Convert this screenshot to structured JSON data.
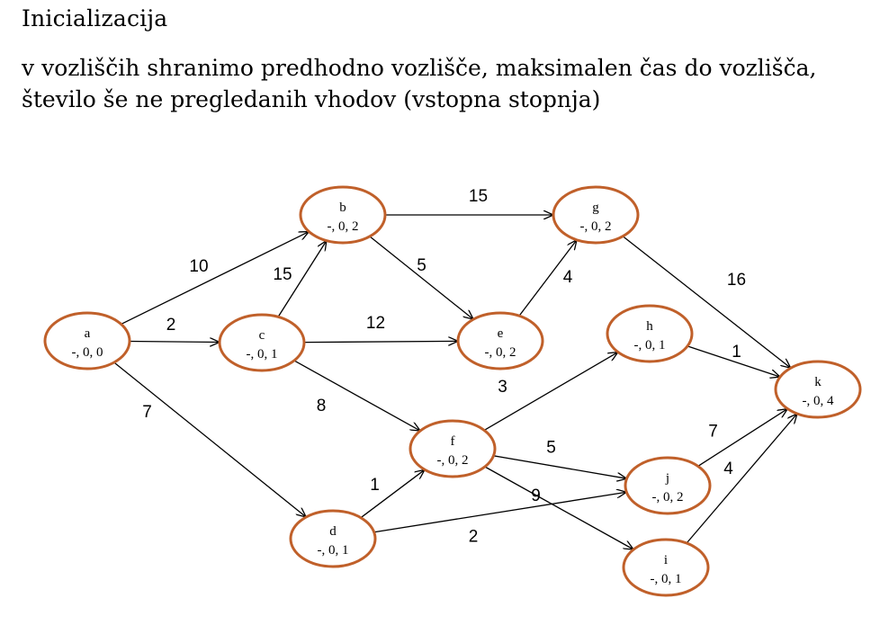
{
  "title": "Inicializacija",
  "description": {
    "line1": "v vozliščih shranimo predhodno vozlišče, maksimalen čas do vozlišča,",
    "line2": "število še ne pregledanih vhodov (vstopna stopnja)"
  },
  "colors": {
    "node_border": "#c0602a",
    "edge": "#000000"
  },
  "graph": {
    "nodes": [
      {
        "id": "a",
        "label": "a",
        "value": "-, 0, 0"
      },
      {
        "id": "b",
        "label": "b",
        "value": "-, 0, 2"
      },
      {
        "id": "c",
        "label": "c",
        "value": "-, 0, 1"
      },
      {
        "id": "d",
        "label": "d",
        "value": "-, 0, 1"
      },
      {
        "id": "e",
        "label": "e",
        "value": "-, 0, 2"
      },
      {
        "id": "f",
        "label": "f",
        "value": "-, 0, 2"
      },
      {
        "id": "g",
        "label": "g",
        "value": "-, 0, 2"
      },
      {
        "id": "h",
        "label": "h",
        "value": "-, 0, 1"
      },
      {
        "id": "i",
        "label": "i",
        "value": "-, 0, 1"
      },
      {
        "id": "j",
        "label": "j",
        "value": "-, 0, 2"
      },
      {
        "id": "k",
        "label": "k",
        "value": "-, 0, 4"
      }
    ],
    "edges": [
      {
        "from": "a",
        "to": "b",
        "weight": "10"
      },
      {
        "from": "a",
        "to": "c",
        "weight": "2"
      },
      {
        "from": "a",
        "to": "d",
        "weight": "7"
      },
      {
        "from": "c",
        "to": "b",
        "weight": "15"
      },
      {
        "from": "c",
        "to": "e",
        "weight": "12"
      },
      {
        "from": "c",
        "to": "f",
        "weight": "8"
      },
      {
        "from": "b",
        "to": "g",
        "weight": "15"
      },
      {
        "from": "b",
        "to": "e",
        "weight": "5"
      },
      {
        "from": "e",
        "to": "g",
        "weight": "4"
      },
      {
        "from": "d",
        "to": "f",
        "weight": "1"
      },
      {
        "from": "d",
        "to": "j",
        "weight": "2"
      },
      {
        "from": "f",
        "to": "h",
        "weight": "3"
      },
      {
        "from": "f",
        "to": "j",
        "weight": "5"
      },
      {
        "from": "f",
        "to": "i",
        "weight": "9"
      },
      {
        "from": "g",
        "to": "k",
        "weight": "16"
      },
      {
        "from": "h",
        "to": "k",
        "weight": "1"
      },
      {
        "from": "j",
        "to": "k",
        "weight": "7"
      },
      {
        "from": "i",
        "to": "k",
        "weight": "4"
      }
    ]
  }
}
